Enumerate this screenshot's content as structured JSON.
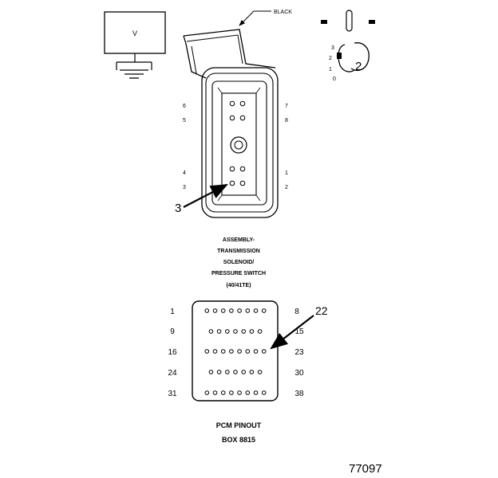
{
  "meter": {
    "label": "V"
  },
  "harness_color": "BLACK",
  "connector": {
    "title_lines": [
      "ASSEMBLY-",
      "TRANSMISSION",
      "SOLENOID/",
      "PRESSURE SWITCH",
      "(40/41TE)"
    ],
    "left_pins": [
      "6",
      "5",
      "4",
      "3"
    ],
    "right_pins": [
      "7",
      "8",
      "1",
      "2"
    ],
    "callout": "3"
  },
  "switch_icon": {
    "positions": [
      "3",
      "2",
      "1",
      "0"
    ],
    "callout": "2"
  },
  "pcm": {
    "title": "PCM PINOUT",
    "subtitle": "BOX 8815",
    "left_pins": [
      "1",
      "9",
      "16",
      "24",
      "31"
    ],
    "right_pins": [
      "8",
      "15",
      "23",
      "30",
      "38"
    ],
    "callout": "22",
    "row_hole_counts": [
      8,
      7,
      8,
      7,
      8
    ]
  },
  "figure_id": "77097"
}
